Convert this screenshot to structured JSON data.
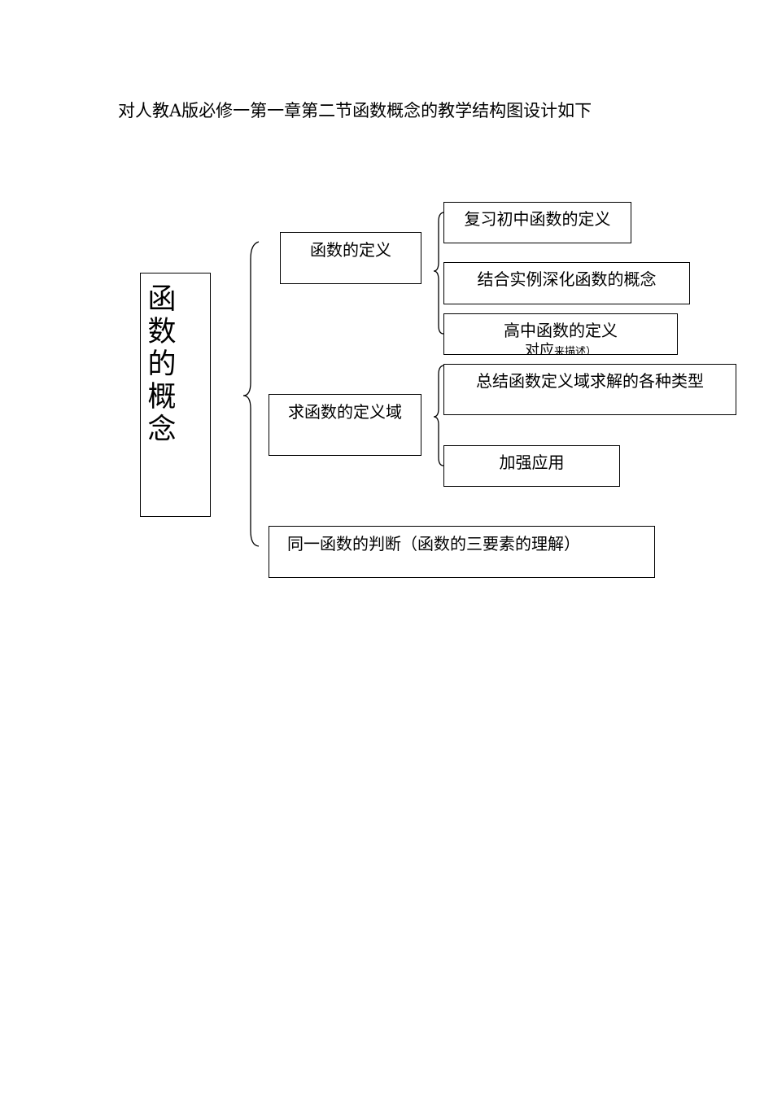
{
  "heading": "对人教A版必修一第一章第二节函数概念的教学结构图设计如下",
  "root": {
    "label": "函数的概念"
  },
  "branches": {
    "definition": {
      "label": "函数的定义",
      "children": [
        {
          "label": "复习初中函数的定义"
        },
        {
          "label": "结合实例深化函数的概念"
        },
        {
          "label": "高中函数的定义",
          "sub_main": "对应",
          "sub_small": "来描述）"
        }
      ]
    },
    "domain": {
      "label": "求函数的定义域",
      "children": [
        {
          "label": "总结函数定义域求解的各种类型"
        },
        {
          "label": "加强应用"
        }
      ]
    },
    "same_function": {
      "label": "同一函数的判断（函数的三要素的理解）"
    }
  }
}
